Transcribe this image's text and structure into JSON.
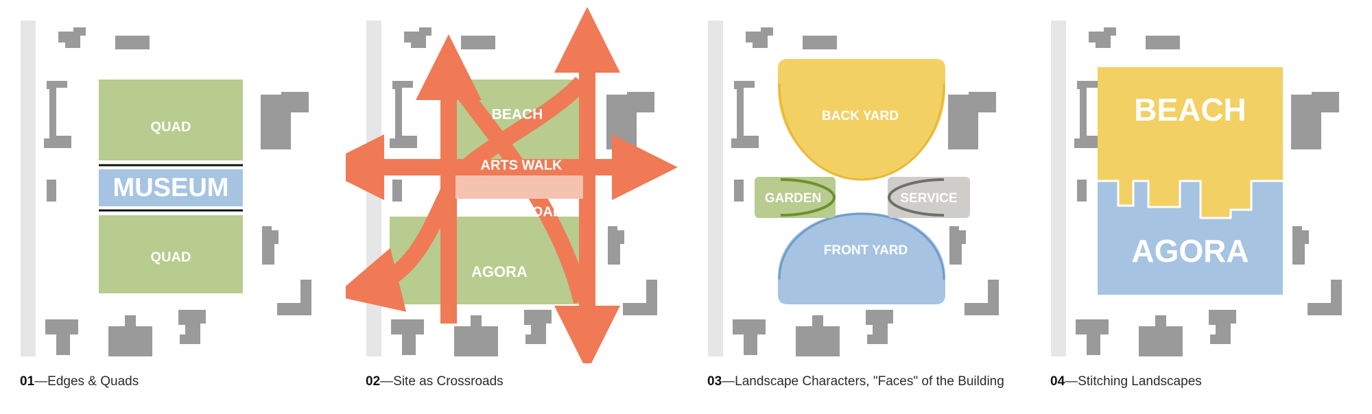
{
  "colors": {
    "road": "#e6e6e6",
    "building": "#9a9a9a",
    "green": "#b7cc8e",
    "blue": "#a6c4e2",
    "yellow": "#f2d063",
    "orange": "#ef7a55",
    "grey_zone": "#cfcdca"
  },
  "panels": [
    {
      "number": "01",
      "title": "—Edges & Quads",
      "labels": {
        "quad_top": "QUAD",
        "museum": "MUSEUM",
        "quad_bottom": "QUAD"
      }
    },
    {
      "number": "02",
      "title": "—Site as Crossroads",
      "labels": {
        "beach": "BEACH",
        "arts_walk": "ARTS WALK",
        "crossroads": "CROSSROADS",
        "agora": "AGORA"
      }
    },
    {
      "number": "03",
      "title": "—Landscape Characters, \"Faces\" of the Building",
      "labels": {
        "back_yard": "BACK YARD",
        "garden": "GARDEN",
        "service": "SERVICE",
        "front_yard": "FRONT YARD"
      }
    },
    {
      "number": "04",
      "title": "—Stitching Landscapes",
      "labels": {
        "beach": "BEACH",
        "agora": "AGORA"
      }
    }
  ]
}
